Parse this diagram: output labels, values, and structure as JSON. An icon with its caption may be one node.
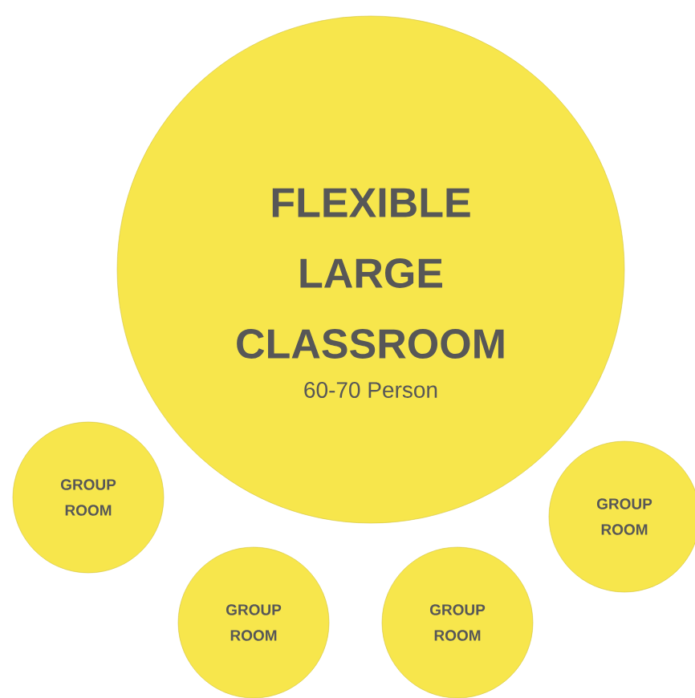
{
  "diagram": {
    "nodes": [
      {
        "text": [
          "FLEXIBLE LARGE CLASSROOM",
          "60-70 Person"
        ]
      },
      {
        "text": [
          "GROUP ROOM"
        ]
      },
      {
        "text": [
          "GROUP ROOM"
        ]
      },
      {
        "text": [
          "GROUP ROOM"
        ]
      },
      {
        "text": [
          "GROUP ROOM"
        ]
      }
    ]
  }
}
